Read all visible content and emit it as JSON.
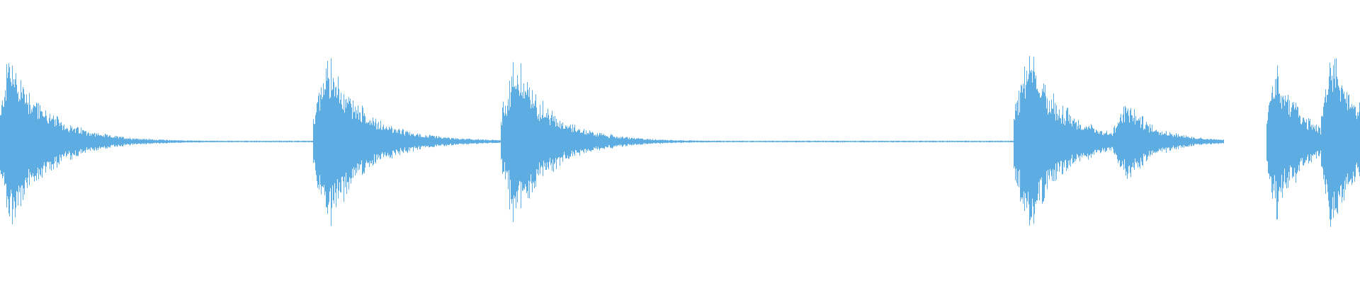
{
  "colors": {
    "background": "#ffffff",
    "waveform": "#5dade2"
  },
  "waveform": {
    "duration_fraction_silent_tail": 0,
    "events": [
      {
        "onset": 0.0,
        "peak": 1.0,
        "attack": 0.006,
        "decay": 0.025,
        "tail": 0.06
      },
      {
        "onset": 0.23,
        "peak": 0.96,
        "attack": 0.01,
        "decay": 0.025,
        "tail": 0.07
      },
      {
        "onset": 0.368,
        "peak": 0.92,
        "attack": 0.01,
        "decay": 0.025,
        "tail": 0.06
      },
      {
        "onset": 0.745,
        "peak": 1.0,
        "attack": 0.01,
        "decay": 0.025,
        "tail": 0.06
      },
      {
        "onset": 0.818,
        "peak": 0.44,
        "attack": 0.01,
        "decay": 0.02,
        "tail": 0.07
      },
      {
        "onset": 0.931,
        "peak": 0.82,
        "attack": 0.007,
        "decay": 0.02,
        "tail": 0.025
      },
      {
        "onset": 0.971,
        "peak": 1.0,
        "attack": 0.008,
        "decay": 0.02,
        "tail": 0.04
      }
    ],
    "silent_gaps": [
      [
        0.9,
        0.931
      ]
    ]
  }
}
